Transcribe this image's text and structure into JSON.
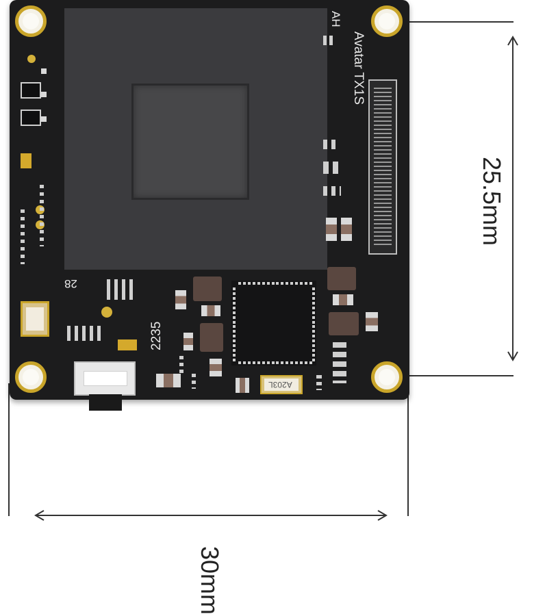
{
  "board": {
    "model_text": "Avatar  TX1S",
    "corner_code": "AH",
    "left_number": "28",
    "mid_number": "2235",
    "component_label": "A203L",
    "colors": {
      "board": "#1c1c1d",
      "shield": "#3b3b3e",
      "gold": "#c9a52a"
    }
  },
  "dimensions": {
    "height_label": "25.5mm",
    "width_label": "30mm",
    "arrow_icons": [
      "arrow-up-icon",
      "arrow-down-icon",
      "arrow-left-icon",
      "arrow-right-icon"
    ]
  }
}
